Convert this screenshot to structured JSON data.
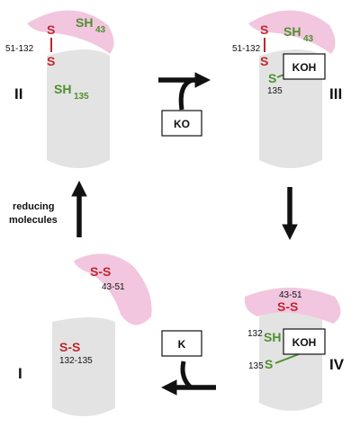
{
  "colors": {
    "disulfide_red": "#c0272d",
    "thiol_green": "#4e8f2f",
    "loop_pink": "#f2c6de",
    "cylinder_gray": "#e3e3e3",
    "arrow_black": "#111111"
  },
  "states": {
    "II": {
      "numeral": "II",
      "sh_top": "SH",
      "sh_top_sub": "43",
      "s_upper": "S",
      "s_lower": "S",
      "bond_range": "51-132",
      "sh_bottom": "SH",
      "sh_bottom_sub": "135"
    },
    "III": {
      "numeral": "III",
      "sh_top": "SH",
      "sh_top_sub": "43",
      "s_upper": "S",
      "s_lower": "S",
      "bond_range": "51-132",
      "s_bottom": "S",
      "s_bottom_sub": "135",
      "box": "KOH"
    },
    "IV": {
      "numeral": "IV",
      "loop_range": "43-51",
      "loop_ss": "S-S",
      "sh": "SH",
      "sh_pre": "132",
      "s": "S",
      "s_pre": "135",
      "box": "KOH"
    },
    "I": {
      "numeral": "I",
      "loop_ss": "S-S",
      "loop_range": "43-51",
      "body_ss": "S-S",
      "body_range": "132-135"
    }
  },
  "transitions": {
    "ii_to_iii_input": "KO",
    "iv_to_i_output": "K",
    "i_to_ii_label": [
      "reducing",
      "molecules"
    ]
  },
  "icons": [
    "arrow-right-icon",
    "arrow-down-icon",
    "arrow-left-icon",
    "arrow-up-icon",
    "curved-input-arrow-icon",
    "curved-output-arrow-icon"
  ]
}
